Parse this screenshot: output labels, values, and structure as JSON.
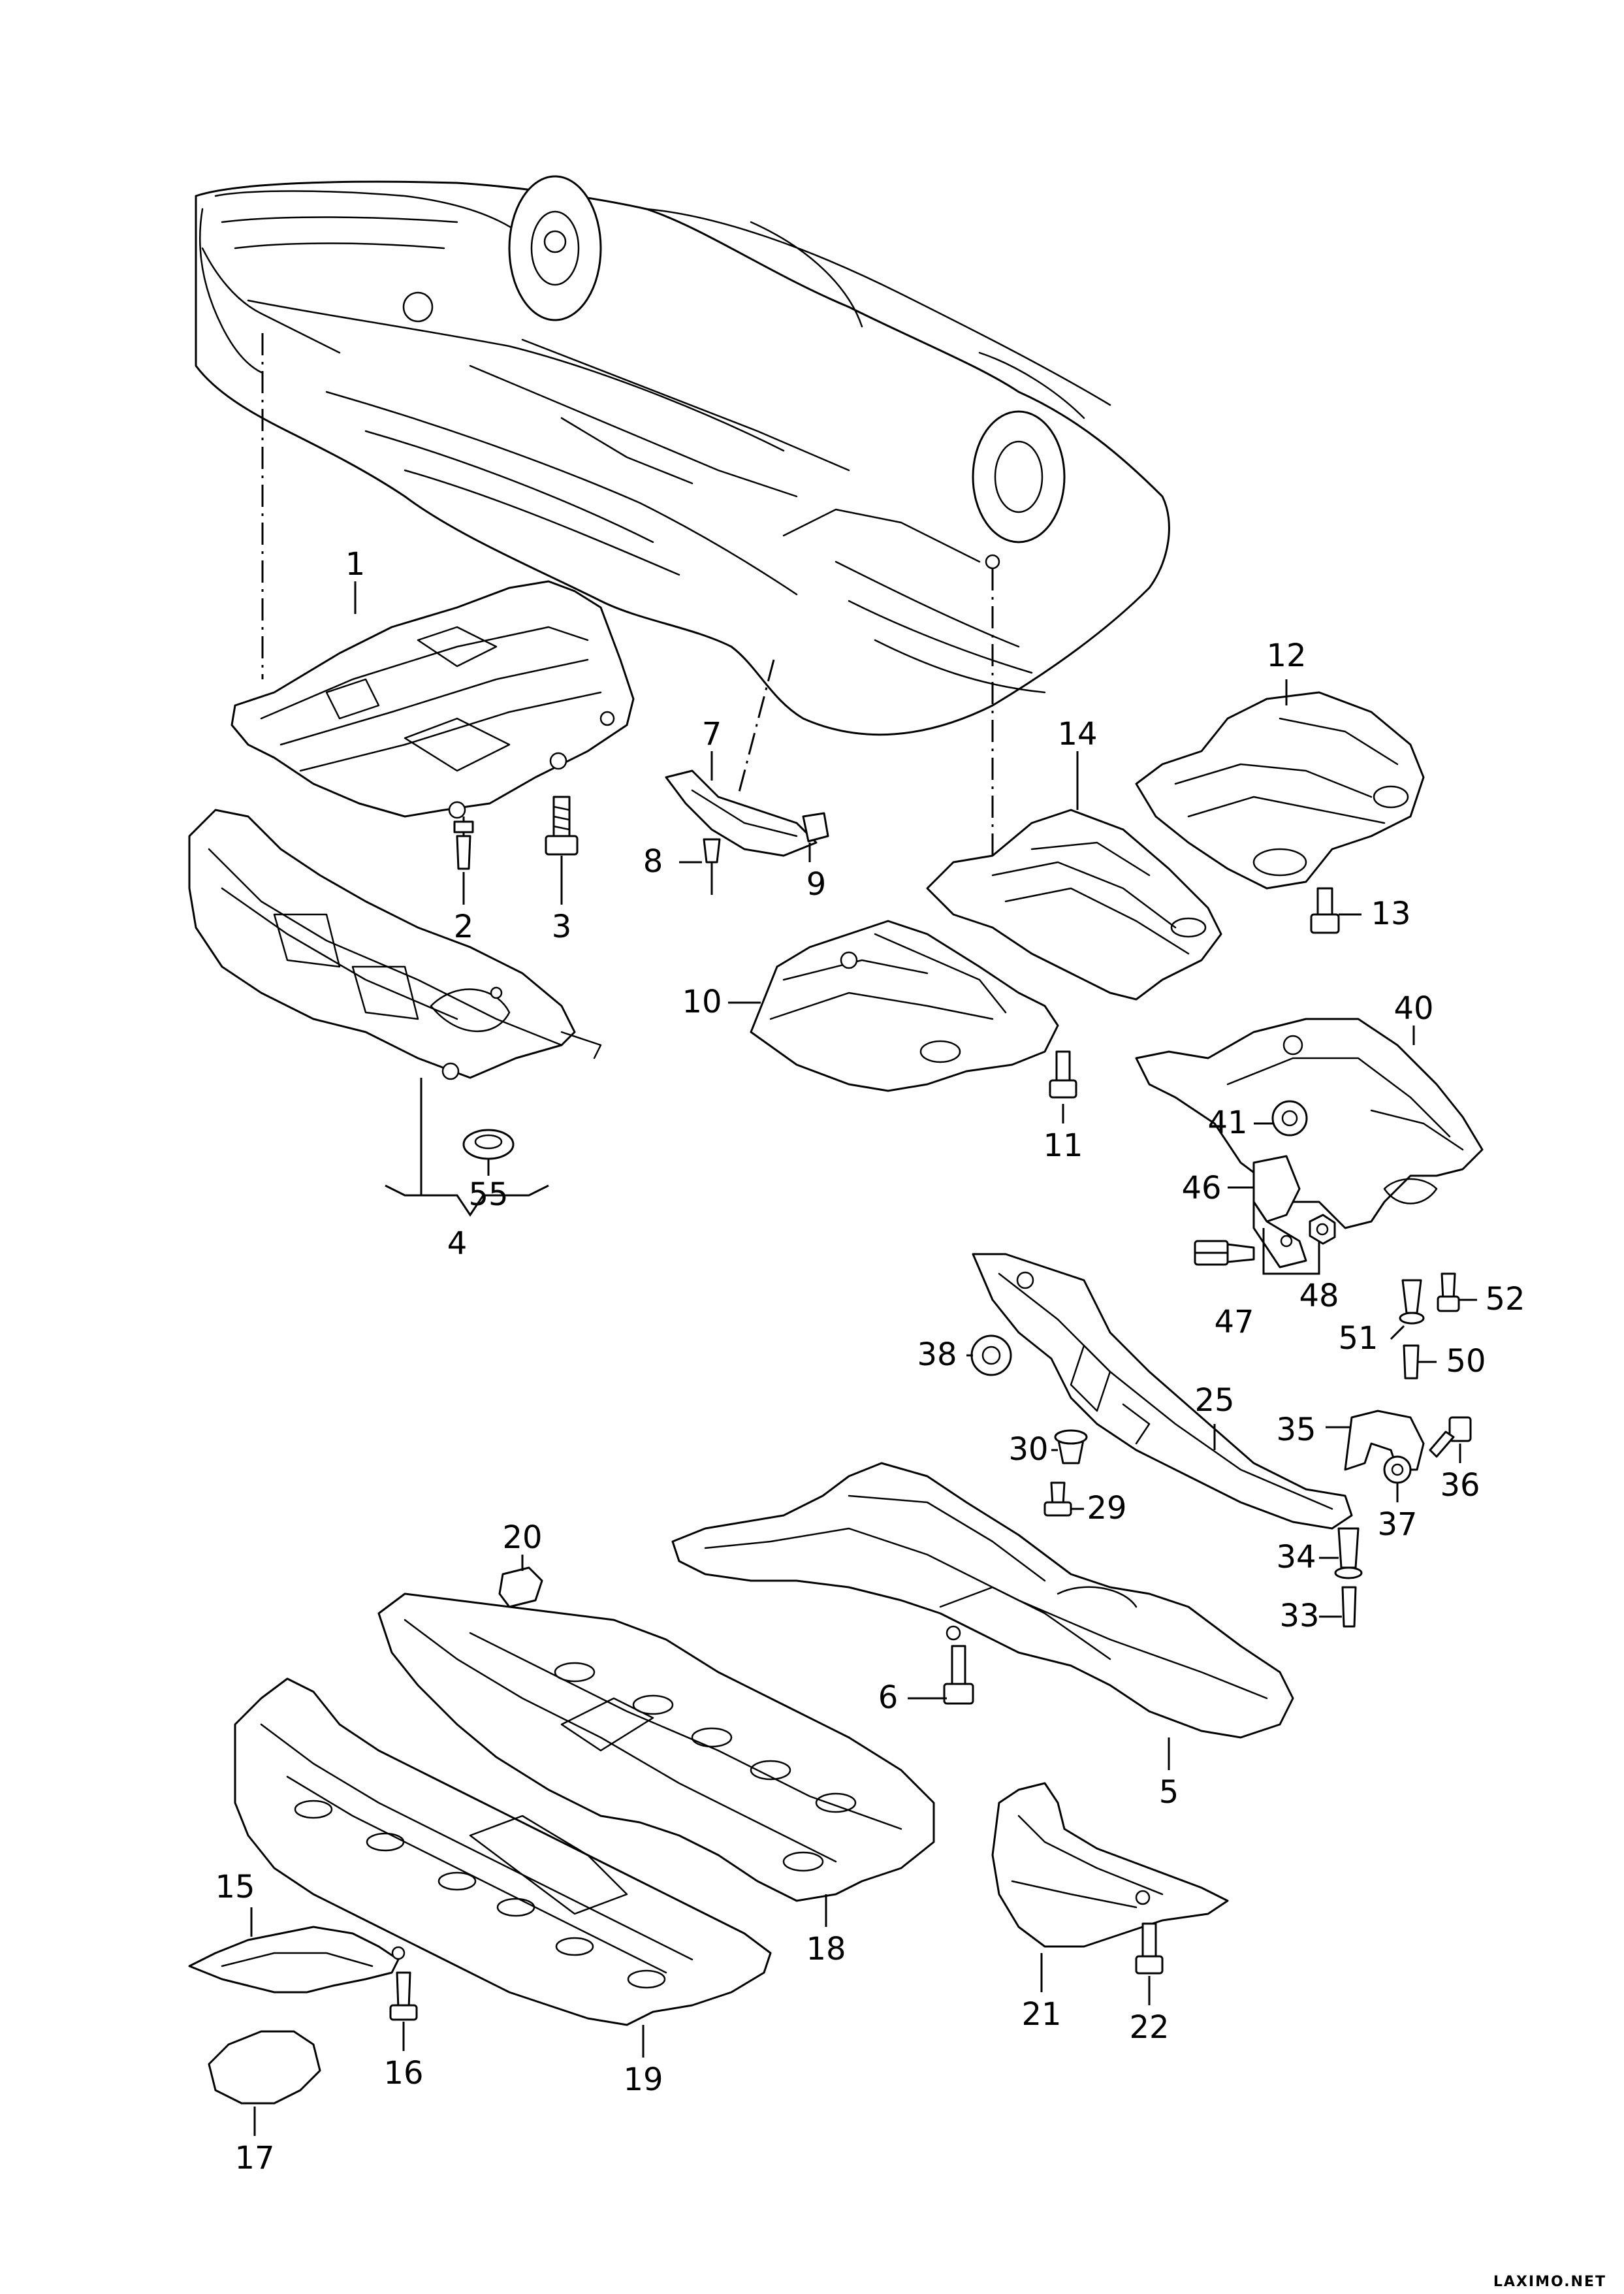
{
  "callouts": [
    "1",
    "2",
    "3",
    "4",
    "5",
    "6",
    "7",
    "8",
    "9",
    "10",
    "11",
    "12",
    "13",
    "14",
    "15",
    "16",
    "17",
    "18",
    "19",
    "20",
    "21",
    "22",
    "25",
    "29",
    "30",
    "33",
    "34",
    "35",
    "36",
    "37",
    "38",
    "40",
    "41",
    "46",
    "47",
    "48",
    "50",
    "51",
    "52",
    "55"
  ],
  "watermark": "LAXIMO.NET"
}
